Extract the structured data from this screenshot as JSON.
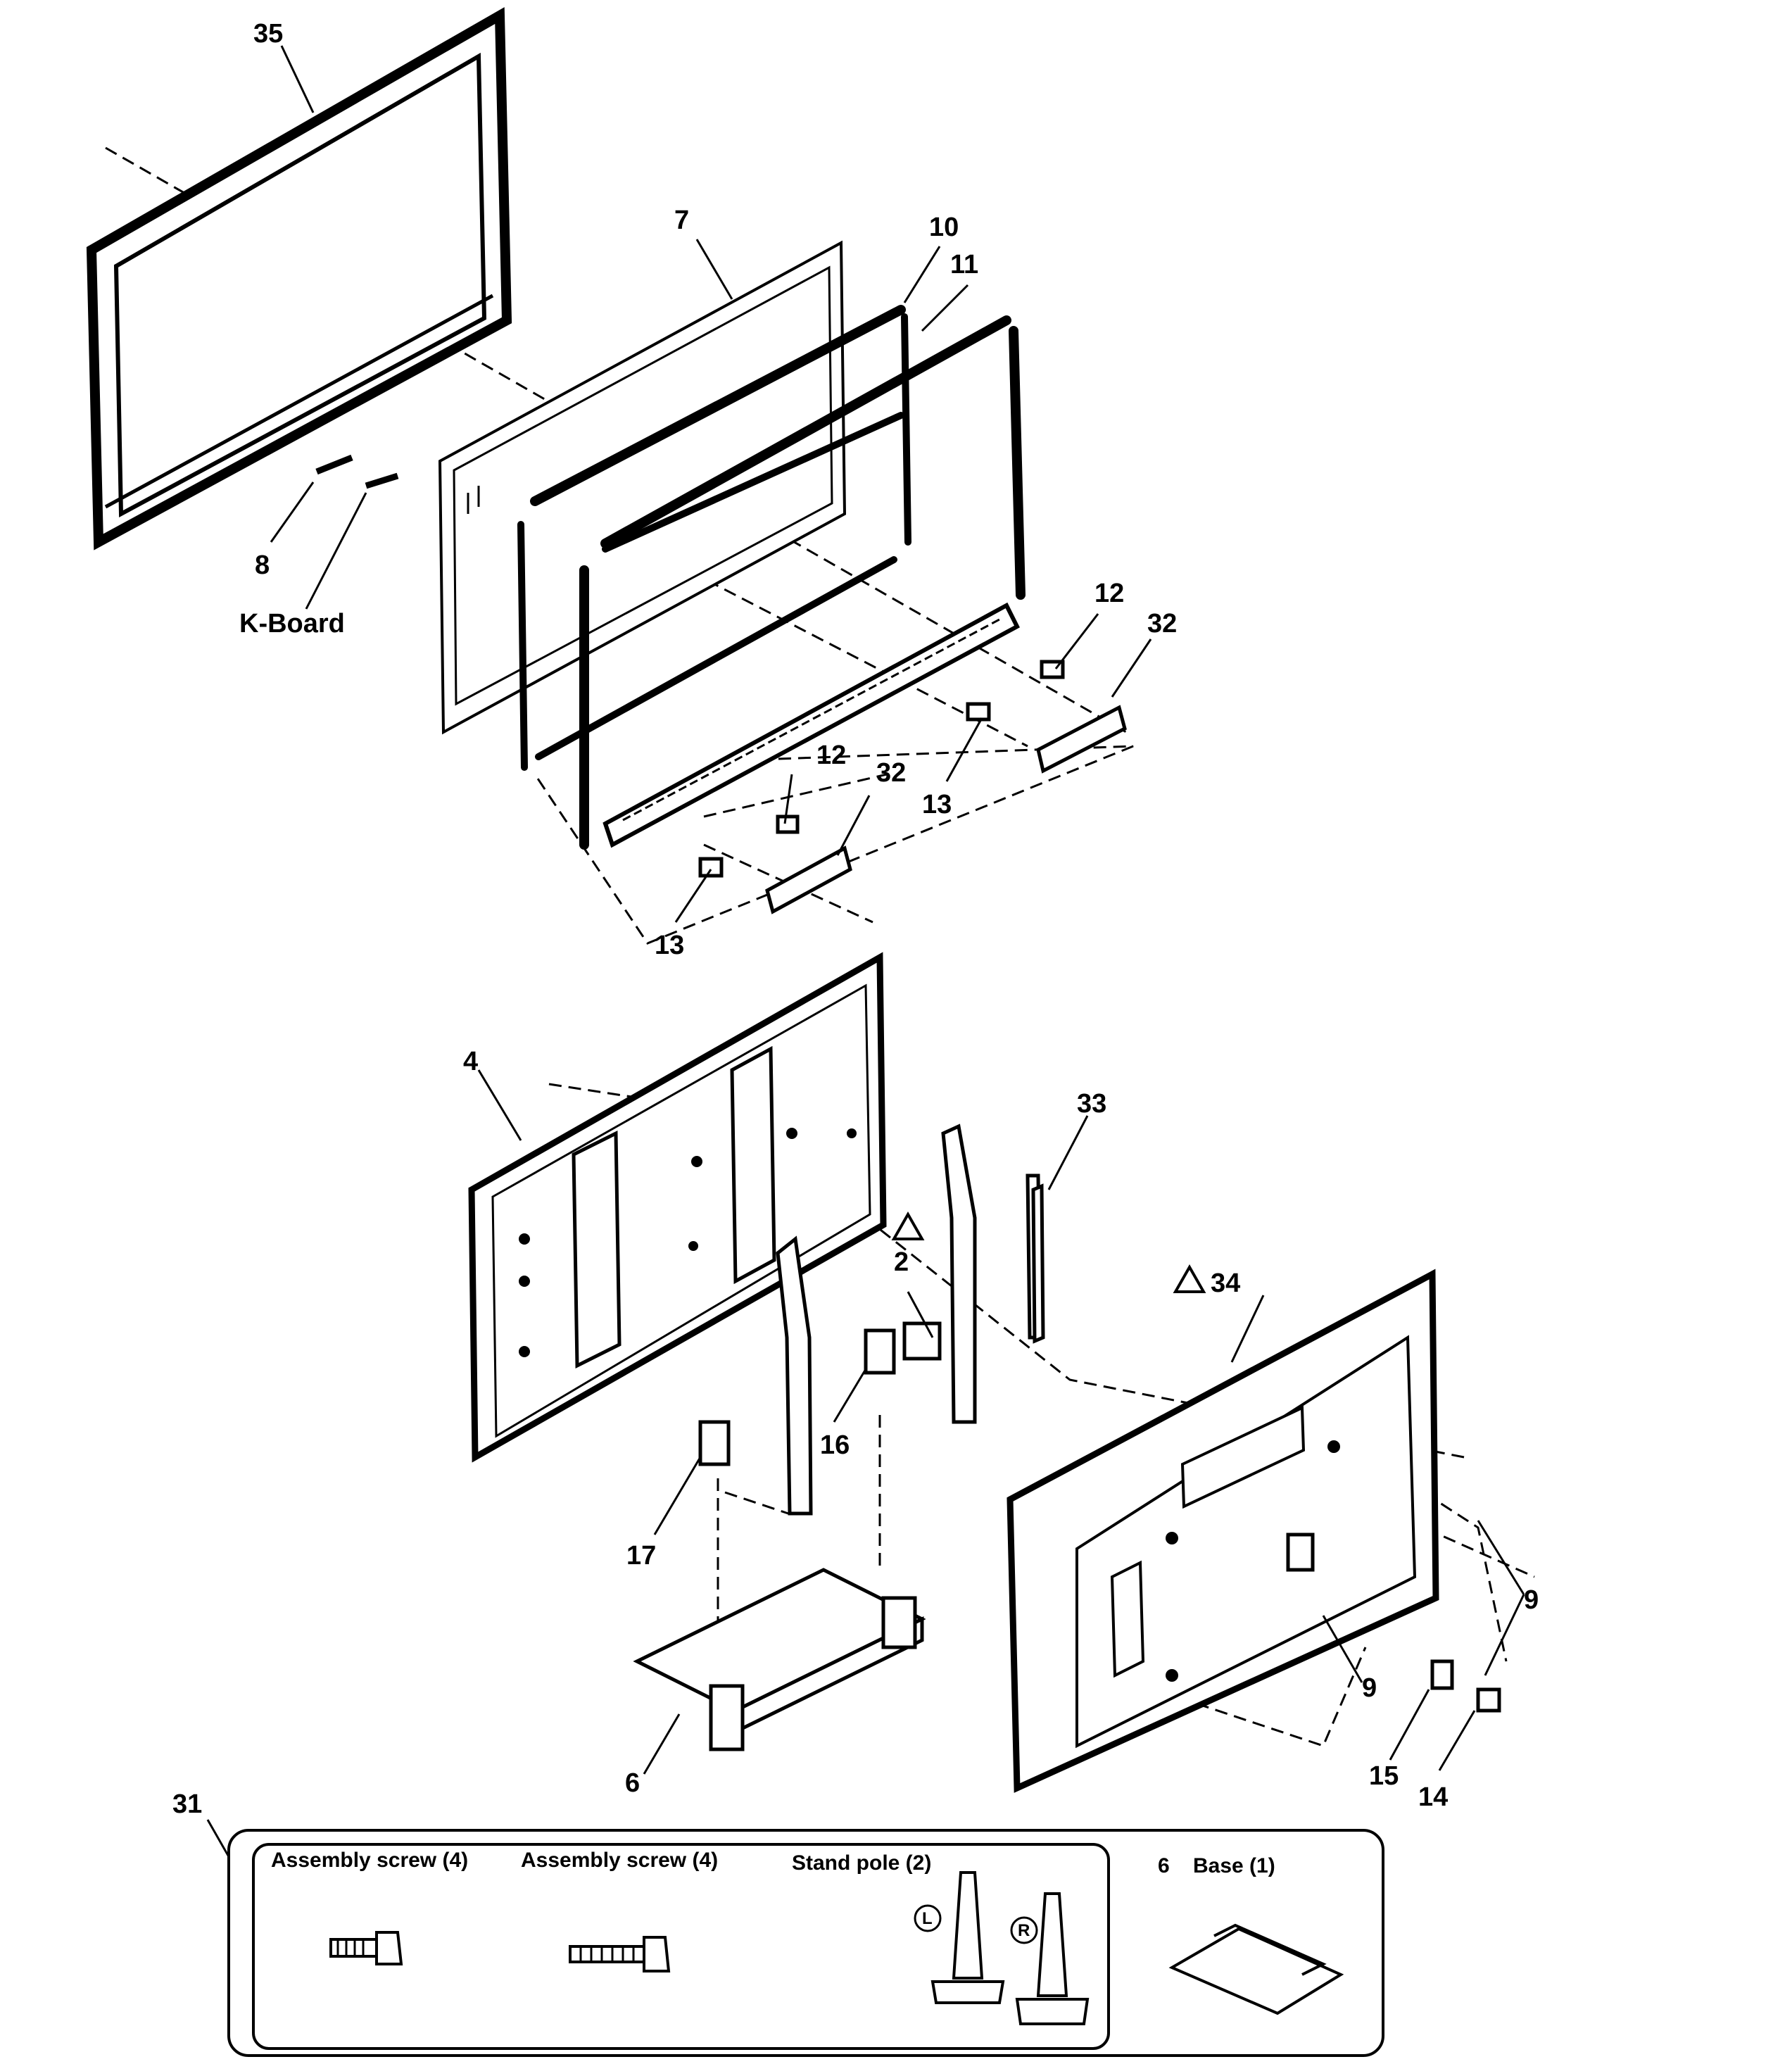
{
  "callouts": {
    "c35": "35",
    "c7": "7",
    "c10": "10",
    "c11": "11",
    "c8": "8",
    "kboard": "K-Board",
    "c12a": "12",
    "c32a": "32",
    "c12b": "12",
    "c32b": "32",
    "c13a": "13",
    "c13b": "13",
    "c4": "4",
    "c33": "33",
    "c2": "2",
    "c34": "34",
    "c16": "16",
    "c17": "17",
    "c9a": "9",
    "c9b": "9",
    "c6": "6",
    "c15": "15",
    "c14": "14",
    "c31": "31"
  },
  "accessories": {
    "screw_a": "Assembly screw (4)",
    "screw_b": "Assembly screw (4)",
    "stand_pole": "Stand pole (2)",
    "base_num": "6",
    "base": "Base (1)",
    "left_mark": "L",
    "right_mark": "R"
  }
}
